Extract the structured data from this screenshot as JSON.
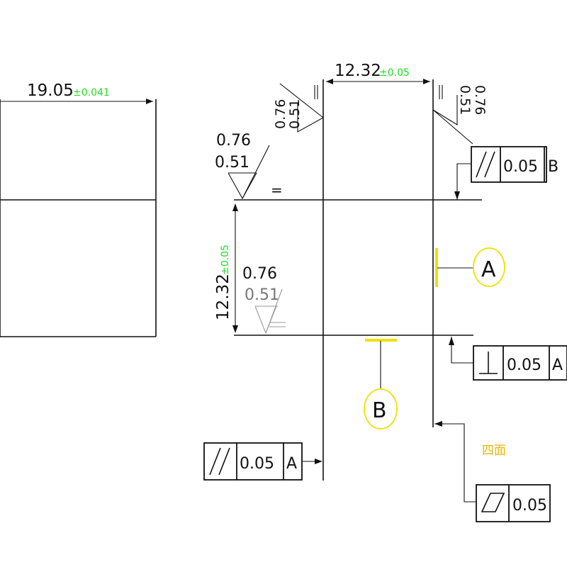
{
  "colors": {
    "line": "#111111",
    "tolerance_text": "#22dd22",
    "datum_marker": "#f0e000",
    "note_text": "#e6b800"
  },
  "dimensions": {
    "width_left": {
      "value": "19.05",
      "tolerance": "±0.041"
    },
    "width_top": {
      "value": "12.32",
      "tolerance": "±0.05"
    },
    "height_left": {
      "value": "12.32",
      "tolerance": "±0.05"
    }
  },
  "roughness": {
    "top_left": {
      "upper": "0.76",
      "lower": "0.51"
    },
    "top_right": {
      "upper": "0.76",
      "lower": "0.51"
    },
    "left_face": {
      "upper": "0.76",
      "lower": "0.51"
    },
    "inner": {
      "upper": "0.76",
      "lower": "0.51"
    },
    "lay_symbol": "="
  },
  "feature_frames": {
    "parallel_top": {
      "symbol": "//",
      "value": "0.05",
      "datum": "B"
    },
    "perpendicular": {
      "symbol": "⊥",
      "value": "0.05",
      "datum": "A"
    },
    "parallel_left": {
      "symbol": "//",
      "value": "0.05",
      "datum": "A"
    },
    "flatness": {
      "symbol": "▱",
      "value": "0.05"
    }
  },
  "datums": {
    "a": "A",
    "b": "B"
  },
  "note": "四面"
}
